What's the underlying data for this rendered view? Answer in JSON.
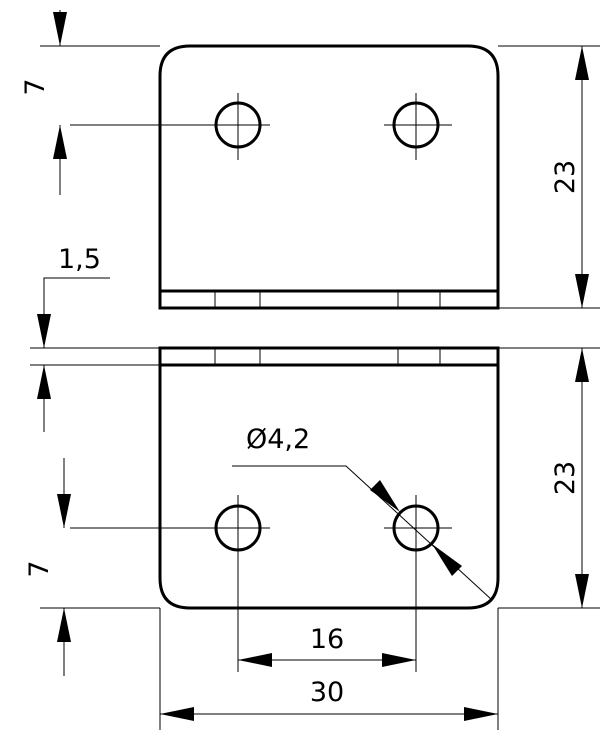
{
  "dimensions": {
    "top_hole_offset": "7",
    "top_height": "23",
    "thickness": "1,5",
    "hole_diameter": "Ø4,2",
    "bottom_height": "23",
    "bottom_hole_offset": "7",
    "hole_spacing": "16",
    "total_width": "30"
  }
}
